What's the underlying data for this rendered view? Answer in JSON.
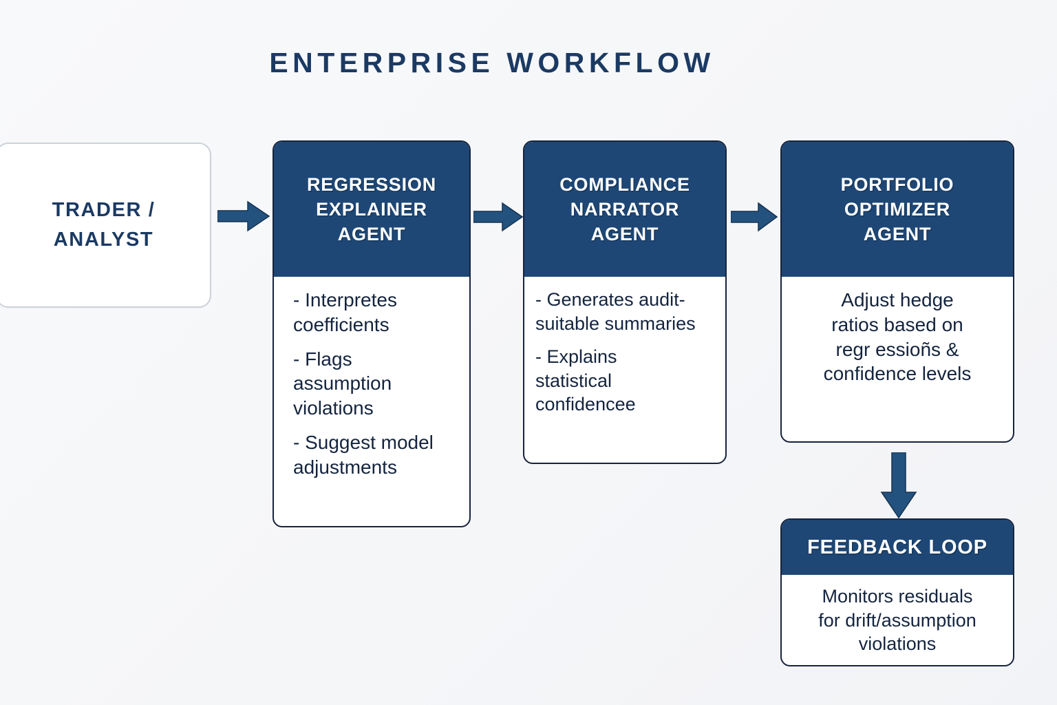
{
  "page": {
    "title": "ENTERPRISE WORKFLOW",
    "background_color": "#f7f8fa",
    "accent_navy": "#1e4775",
    "text_navy": "#14243e",
    "border_gray": "#ccd2d9"
  },
  "nodes": {
    "trader": {
      "label_line1": "TRADER /",
      "label_line2": "ANALYST"
    },
    "regression": {
      "header_line1": "REGRESSION",
      "header_line2": "EXPLAINER",
      "header_line3": "AGENT",
      "body": [
        {
          "l1": "- Interpretes",
          "l2": "coefficients"
        },
        {
          "l1": "- Flags",
          "l2": "assumption",
          "l3": "violations"
        },
        {
          "l1": "- Suggest  model",
          "l2": "adjustments"
        }
      ]
    },
    "compliance": {
      "header_line1": "COMPLIANCE",
      "header_line2": "NARRATOR",
      "header_line3": "AGENT",
      "body": [
        {
          "l1": "- Generates  audit-",
          "l2": " suitable summaries"
        },
        {
          "l1": "- Explains",
          "l2": "statistical",
          "l3": "confidencee"
        }
      ]
    },
    "portfolio": {
      "header_line1": "PORTFOLIO",
      "header_line2": "OPTIMIZER",
      "header_line3": "AGENT",
      "body_line1": "Adjust hedge",
      "body_line2": "ratios based   on",
      "body_line3": "regr essioñs &",
      "body_line4": "confidence levels"
    },
    "feedback": {
      "header": "FEEDBACK LOOP",
      "body_line1": "Monitors residuals",
      "body_line2": "for drift/assumption",
      "body_line3": "violations"
    }
  },
  "arrows": {
    "a1": "arrow-trader-to-regression",
    "a2": "arrow-regression-to-compliance",
    "a3": "arrow-compliance-to-portfolio",
    "a4": "arrow-portfolio-to-feedback"
  }
}
